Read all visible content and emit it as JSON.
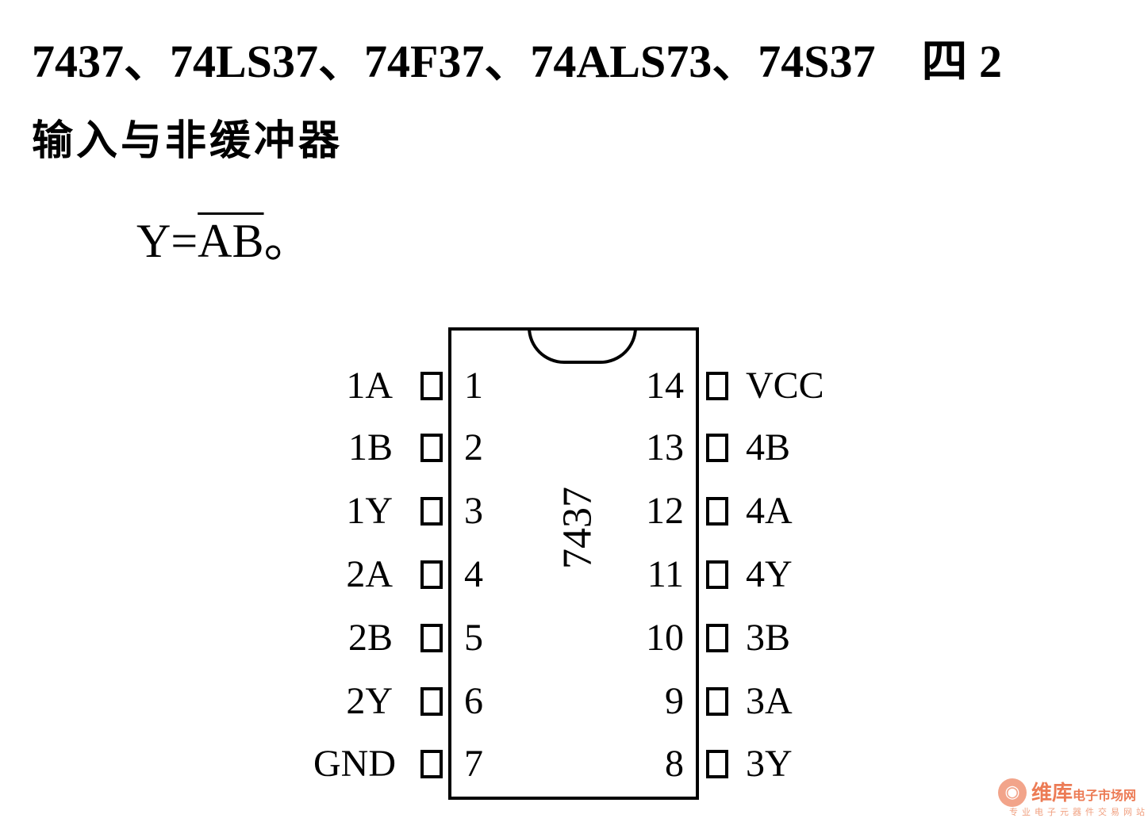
{
  "title": "7437、74LS37、74F37、74ALS73、74S37　四 2",
  "subtitle": "输入与非缓冲器",
  "formula": {
    "lhs": "Y=",
    "overlined": "AB",
    "end": "。"
  },
  "chip": {
    "label": "7437",
    "left_pins": [
      {
        "number": "1",
        "name": "1A"
      },
      {
        "number": "2",
        "name": "1B"
      },
      {
        "number": "3",
        "name": "1Y"
      },
      {
        "number": "4",
        "name": "2A"
      },
      {
        "number": "5",
        "name": "2B"
      },
      {
        "number": "6",
        "name": "2Y"
      },
      {
        "number": "7",
        "name": "GND"
      }
    ],
    "right_pins": [
      {
        "number": "14",
        "name": "VCC"
      },
      {
        "number": "13",
        "name": "4B"
      },
      {
        "number": "12",
        "name": "4A"
      },
      {
        "number": "11",
        "name": "4Y"
      },
      {
        "number": "10",
        "name": "3B"
      },
      {
        "number": "9",
        "name": "3A"
      },
      {
        "number": "8",
        "name": "3Y"
      }
    ]
  },
  "watermark": {
    "name": "维库",
    "name_suffix": "电子市场网",
    "tagline": "专业电子元器件交易网站"
  }
}
